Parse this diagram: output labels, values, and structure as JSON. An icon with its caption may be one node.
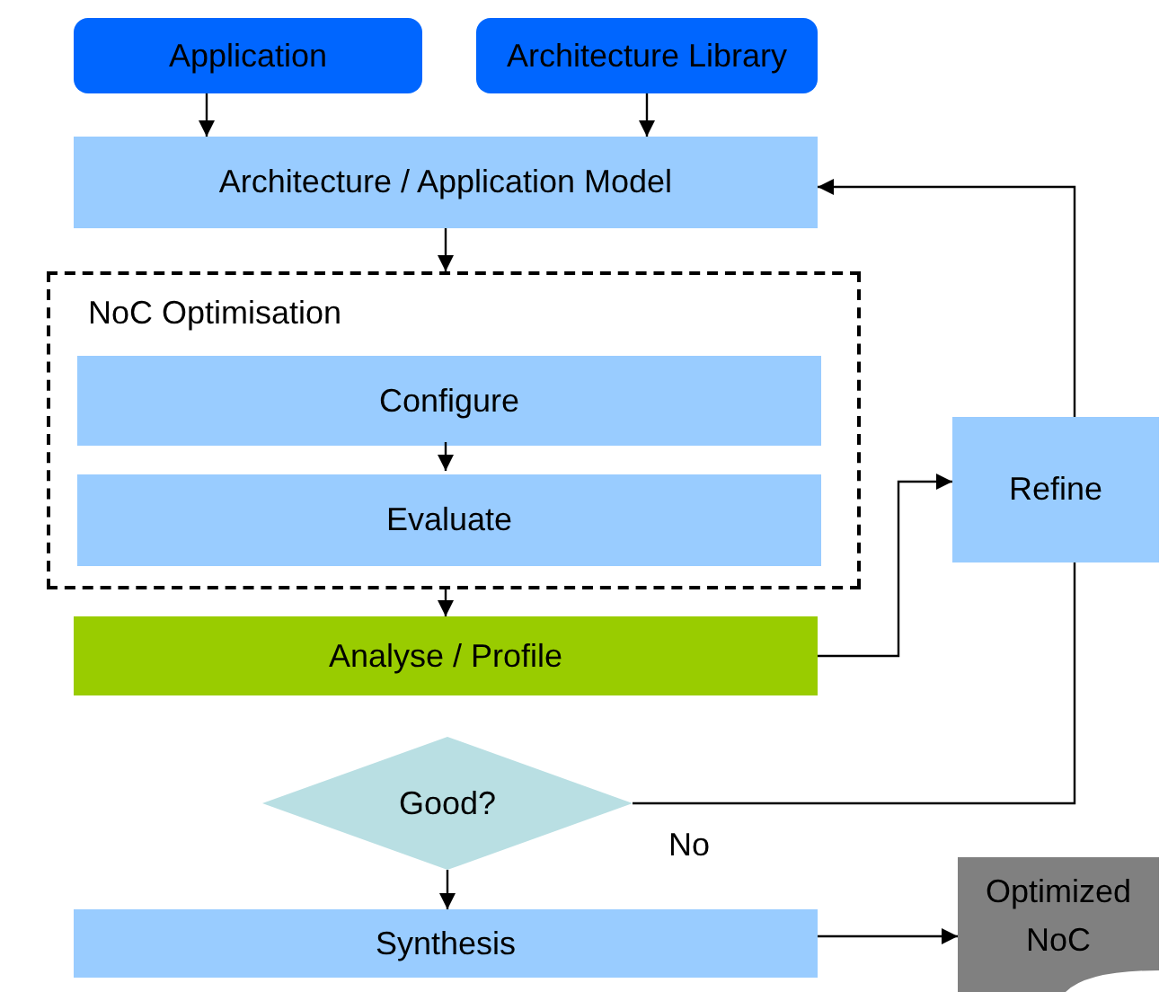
{
  "diagram": {
    "nodes": [
      {
        "text": [
          "Application"
        ]
      },
      {
        "text": [
          "Architecture Library"
        ]
      },
      {
        "text": [
          "Architecture / Application Model"
        ]
      },
      {
        "text": [
          "NoC Optimisation"
        ]
      },
      {
        "text": [
          "Configure"
        ],
        "in": 3
      },
      {
        "text": [
          "Evaluate"
        ],
        "in": 3
      },
      {
        "text": [
          "Analyse / Profile"
        ]
      },
      {
        "text": [
          "Good?"
        ]
      },
      {
        "text": [
          "Refine"
        ]
      },
      {
        "text": [
          "Synthesis"
        ]
      },
      {
        "text": [
          "Optimized NoC"
        ]
      }
    ],
    "edges": [
      {
        "from": 0,
        "to": 2,
        "arrow": "to"
      },
      {
        "from": 1,
        "to": 2,
        "arrow": "to"
      },
      {
        "from": 2,
        "to": 3,
        "arrow": "to"
      },
      {
        "from": 4,
        "to": 5,
        "arrow": "to"
      },
      {
        "from": 3,
        "to": 6,
        "arrow": "to"
      },
      {
        "from": 6,
        "to": 8,
        "arrow": "to"
      },
      {
        "from": 8,
        "to": 2,
        "arrow": "to"
      },
      {
        "from": 7,
        "to": 8,
        "arrow": "none",
        "label": "No"
      },
      {
        "from": 7,
        "to": 9,
        "arrow": "to"
      },
      {
        "from": 9,
        "to": 10,
        "arrow": "to"
      }
    ]
  }
}
